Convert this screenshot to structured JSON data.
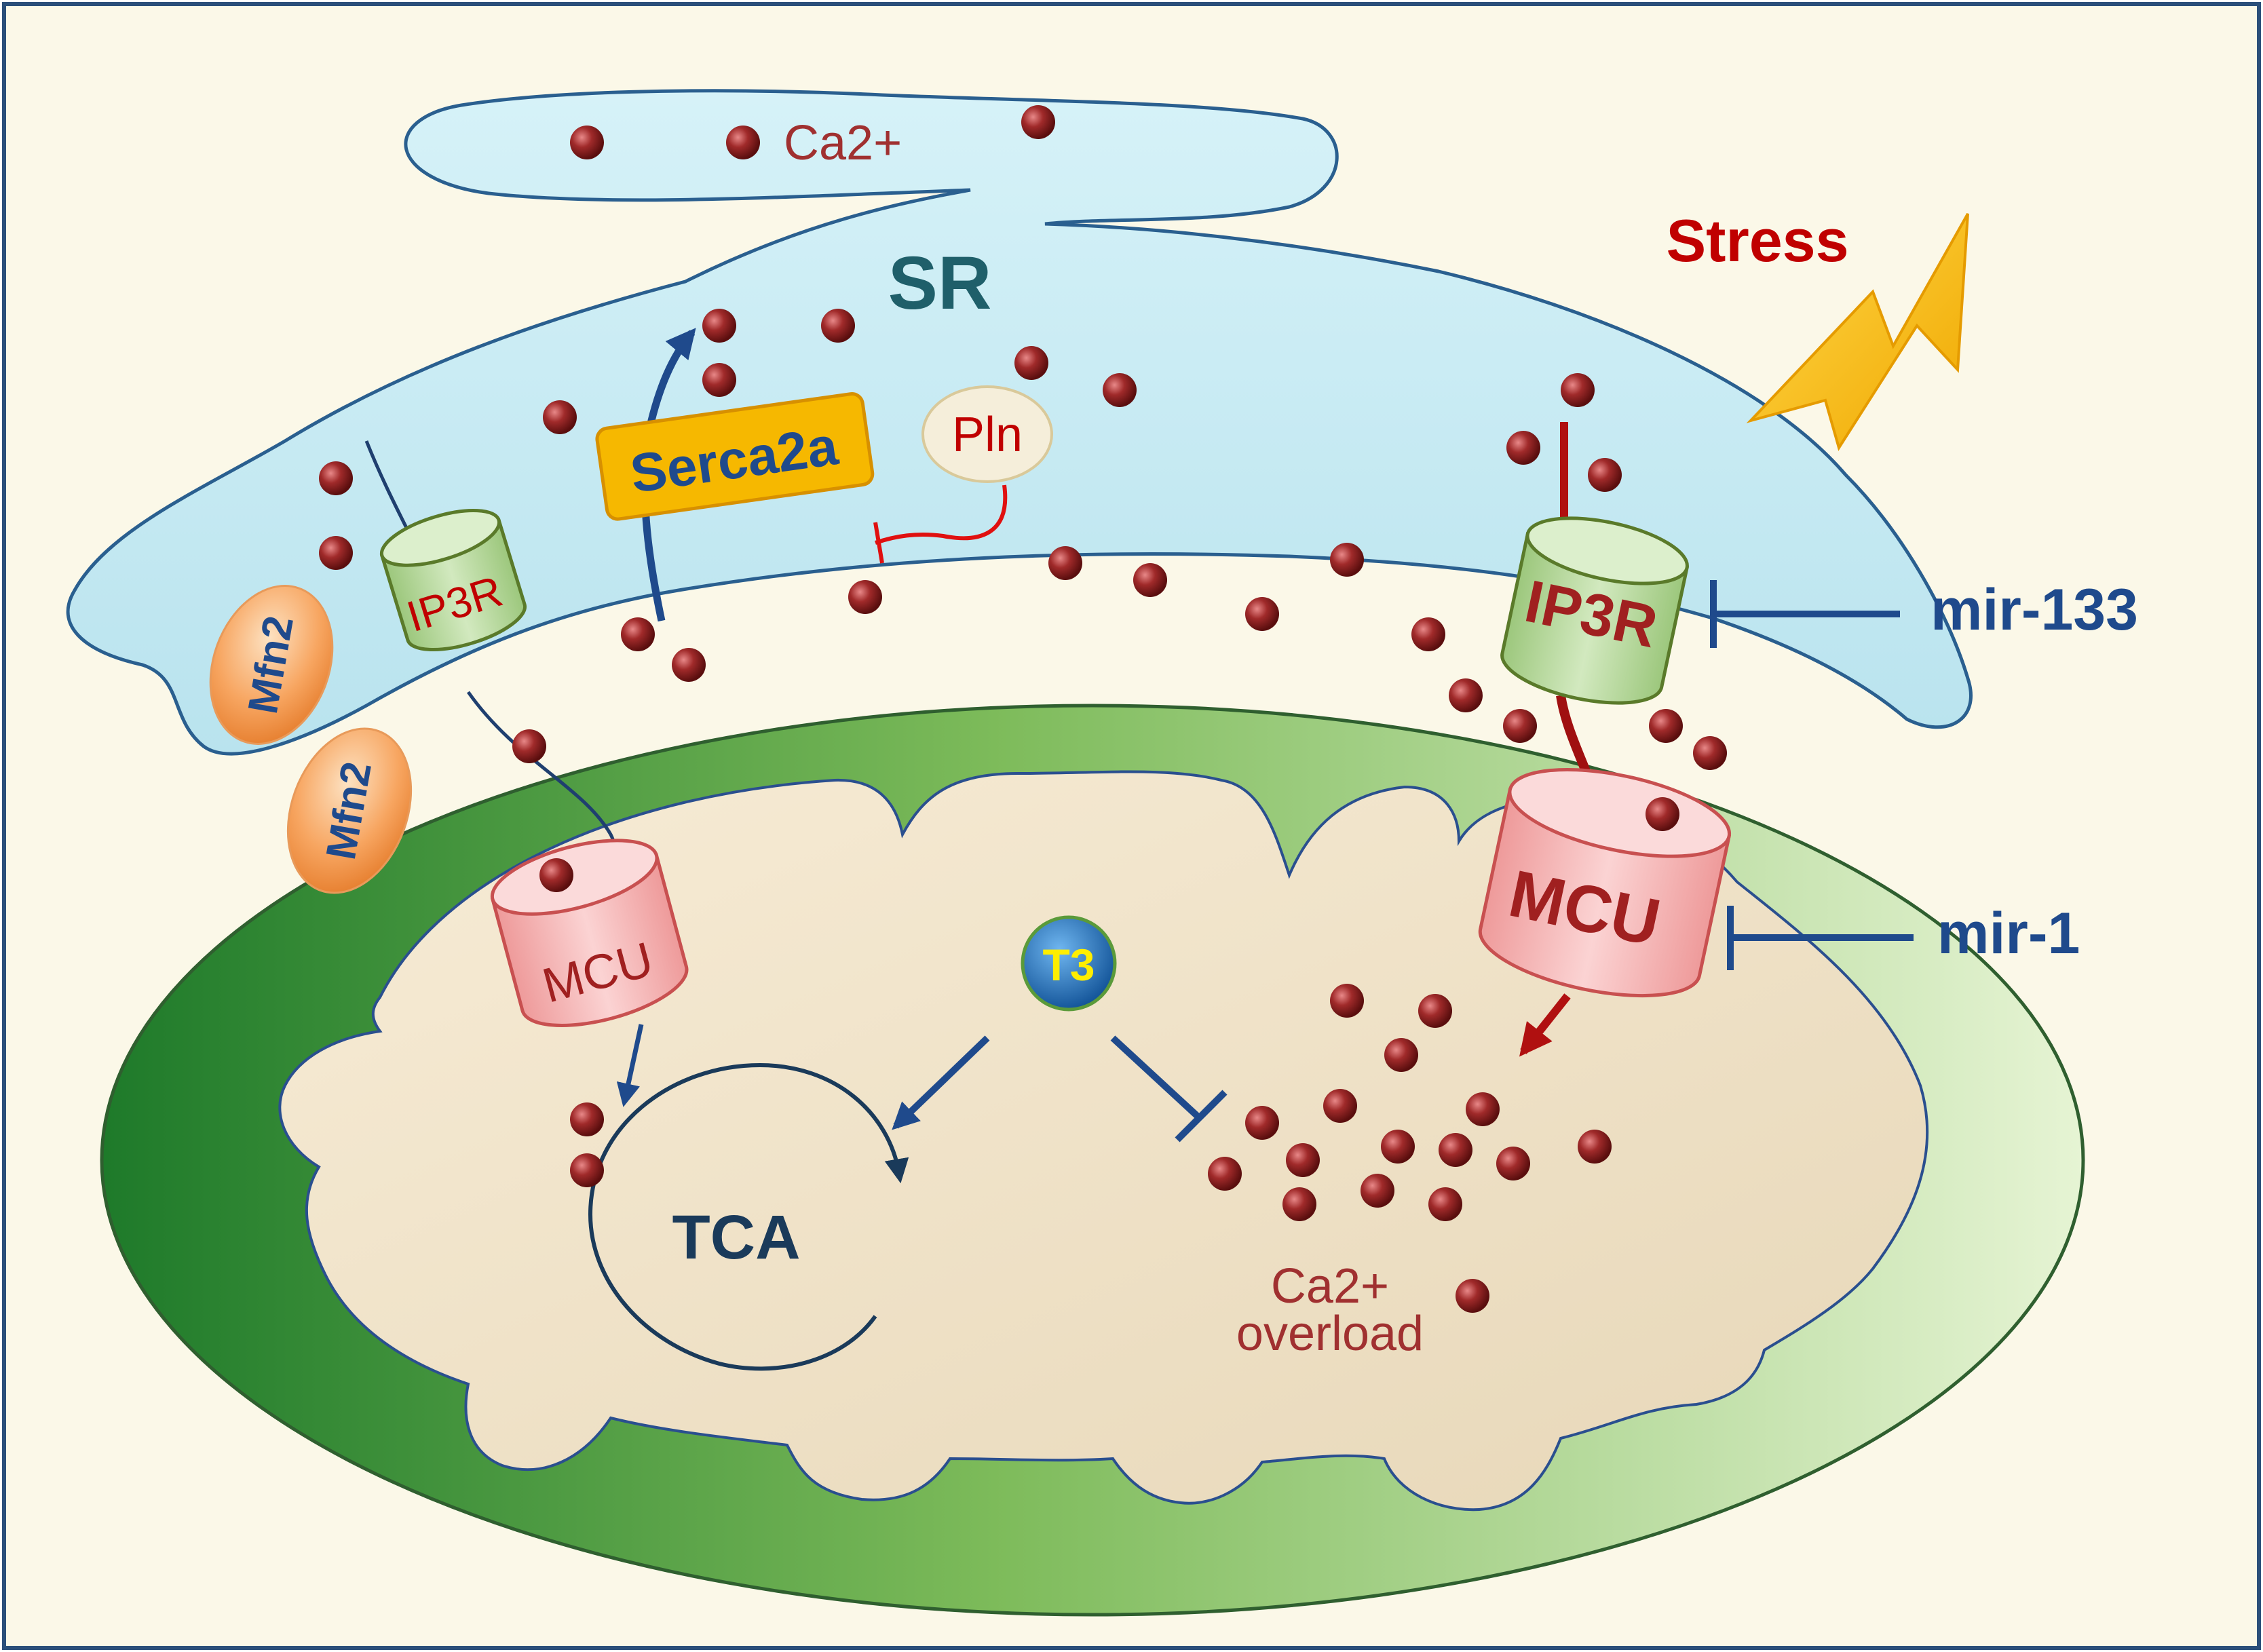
{
  "labels": {
    "sr": "SR",
    "ca_sr": "Ca2+",
    "stress": "Stress",
    "serca": "Serca2a",
    "pln": "Pln",
    "ip3r_left": "IP3R",
    "ip3r_right": "IP3R",
    "mfn2_top": "Mfn2",
    "mfn2_bottom": "Mfn2",
    "mcu_left": "MCU",
    "mcu_right": "MCU",
    "t3": "T3",
    "tca": "TCA",
    "overload_line1": "Ca2+",
    "overload_line2": "overload",
    "mir133": "mir-133",
    "mir1": "mir-1"
  },
  "colors": {
    "background": "#fbf8e8",
    "border": "#2b4f7a",
    "sr_fill": "#c8ecf4",
    "mito_outer": "#2f9a3c",
    "mito_matrix": "#f3e7cf",
    "calcium": "#8b1e1e",
    "serca_fill": "#f6b800",
    "navy_text": "#1f4a8c",
    "stress_red": "#c00000",
    "ip3r_fill": "#b9d9a0",
    "mcu_fill": "#f4b6b6",
    "mfn2_fill": "#f7a560",
    "t3_fill": "#1f6fb5",
    "t3_text": "#ffee00",
    "lightning": "#ffc000"
  }
}
